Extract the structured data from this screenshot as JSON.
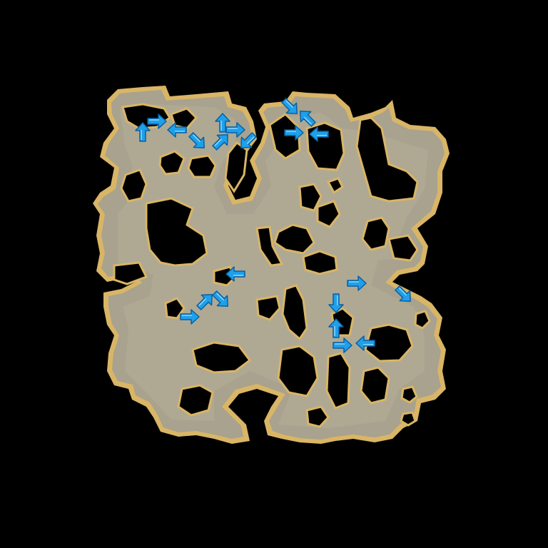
{
  "map": {
    "colors": {
      "background": "#000000",
      "floor": "#a8a28e",
      "floor_edge": "#8d8878",
      "wall_border": "#d9b566",
      "arrow_fill": "#1ea0ea",
      "arrow_stroke": "#0a5fa0"
    },
    "arrows": [
      {
        "id": "a1",
        "direction": "up",
        "icon": "arrow-up-icon"
      },
      {
        "id": "a2",
        "direction": "right",
        "icon": "arrow-right-icon"
      },
      {
        "id": "a3",
        "direction": "left",
        "icon": "arrow-left-icon"
      },
      {
        "id": "a4",
        "direction": "down-right",
        "icon": "arrow-down-right-icon"
      },
      {
        "id": "a5",
        "direction": "up-right",
        "icon": "arrow-up-right-icon"
      },
      {
        "id": "a6",
        "direction": "up",
        "icon": "arrow-up-icon"
      },
      {
        "id": "a7",
        "direction": "right",
        "icon": "arrow-right-icon"
      },
      {
        "id": "a8",
        "direction": "down-left",
        "icon": "arrow-down-left-icon"
      },
      {
        "id": "a9",
        "direction": "down-right",
        "icon": "arrow-down-right-icon"
      },
      {
        "id": "a10",
        "direction": "up-left",
        "icon": "arrow-up-left-icon"
      },
      {
        "id": "a11",
        "direction": "right",
        "icon": "arrow-right-icon"
      },
      {
        "id": "a12",
        "direction": "left",
        "icon": "arrow-left-icon"
      },
      {
        "id": "a13",
        "direction": "left",
        "icon": "arrow-left-icon"
      },
      {
        "id": "a14",
        "direction": "up-right",
        "icon": "arrow-up-right-icon"
      },
      {
        "id": "a15",
        "direction": "down-right",
        "icon": "arrow-down-right-icon"
      },
      {
        "id": "a16",
        "direction": "right",
        "icon": "arrow-right-icon"
      },
      {
        "id": "a17",
        "direction": "right",
        "icon": "arrow-right-icon"
      },
      {
        "id": "a18",
        "direction": "down-right",
        "icon": "arrow-down-right-icon"
      },
      {
        "id": "a19",
        "direction": "down",
        "icon": "arrow-down-icon"
      },
      {
        "id": "a20",
        "direction": "up",
        "icon": "arrow-up-icon"
      },
      {
        "id": "a21",
        "direction": "right",
        "icon": "arrow-right-icon"
      },
      {
        "id": "a22",
        "direction": "left",
        "icon": "arrow-left-icon"
      }
    ]
  }
}
